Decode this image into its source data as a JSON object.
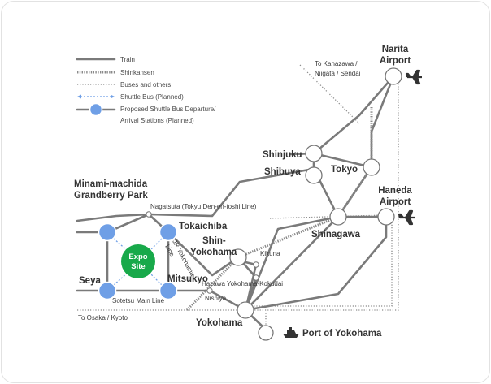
{
  "legend": {
    "train": "Train",
    "shinkansen": "Shinkansen",
    "buses": "Buses and others",
    "shuttle_bus": "Shuttle Bus (Planned)",
    "proposed_line1": "Proposed Shuttle Bus Departure/",
    "proposed_line2": "Arrival Stations (Planned)"
  },
  "stations": {
    "narita_1": "Narita",
    "narita_2": "Airport",
    "haneda_1": "Haneda",
    "haneda_2": "Airport",
    "shinjuku": "Shinjuku",
    "shibuya": "Shibuya",
    "tokyo": "Tokyo",
    "shinagawa": "Shinagawa",
    "shin_yokohama_1": "Shin-",
    "shin_yokohama_2": "Yokohama",
    "yokohama": "Yokohama",
    "port_of_yokohama": "Port of Yokohama",
    "minami_machida_1": "Minami-machida",
    "minami_machida_2": "Grandberry Park",
    "tokaichiba": "Tokaichiba",
    "seya": "Seya",
    "mitsukyo": "Mitsukyo",
    "expo_1": "Expo",
    "expo_2": "Site"
  },
  "small_labels": {
    "to_kanazawa_1": "To Kanazawa /",
    "to_kanazawa_2": "Niigata / Sendai",
    "nagatsuta": "Nagatsuta (Tokyu Den-en-toshi Line)",
    "jr_yokohama_1": "JR Yokohama",
    "jr_yokohama_2": "Line",
    "kikuna": "Kikuna",
    "hazawa": "Hazawa Yokohama-Kokudai",
    "nishiya": "Nishiya",
    "sotetsu": "Sotetsu Main Line",
    "to_osaka": "To Osaka / Kyoto"
  },
  "colors": {
    "train_line": "#7a7a7a",
    "shuttle_blue": "#6f9fe6",
    "expo_green": "#18a94a",
    "text": "#333333"
  },
  "icons": [
    "airplane-icon",
    "airplane-icon",
    "ship-icon"
  ]
}
